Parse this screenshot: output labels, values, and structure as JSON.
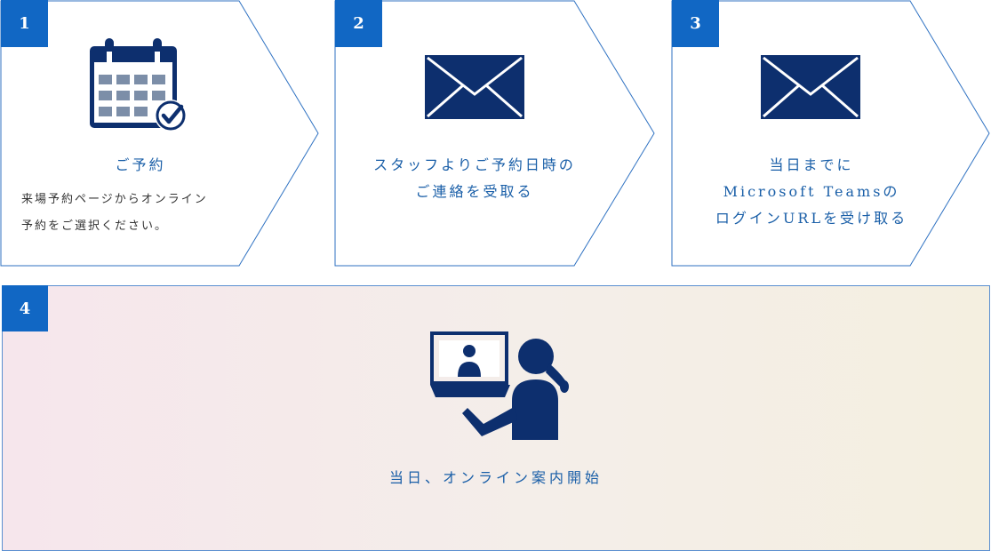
{
  "steps": [
    {
      "number": "1",
      "icon": "calendar-check-icon",
      "title": "ご予約",
      "description_lines": [
        "来場予約ページからオンライン",
        "予約をご選択ください。"
      ]
    },
    {
      "number": "2",
      "icon": "envelope-icon",
      "title_lines": [
        "スタッフよりご予約日時の",
        "ご連絡を受取る"
      ]
    },
    {
      "number": "3",
      "icon": "envelope-icon",
      "title_lines": [
        "当日までに",
        "Microsoft Teamsの",
        "ログインURLを受け取る"
      ]
    },
    {
      "number": "4",
      "icon": "video-call-person-icon",
      "title": "当日、オンライン案内開始"
    }
  ],
  "colors": {
    "badge": "#1167c4",
    "icon": "#0d2f6e",
    "title_text": "#1a5fa8",
    "border": "#2f72c2"
  }
}
